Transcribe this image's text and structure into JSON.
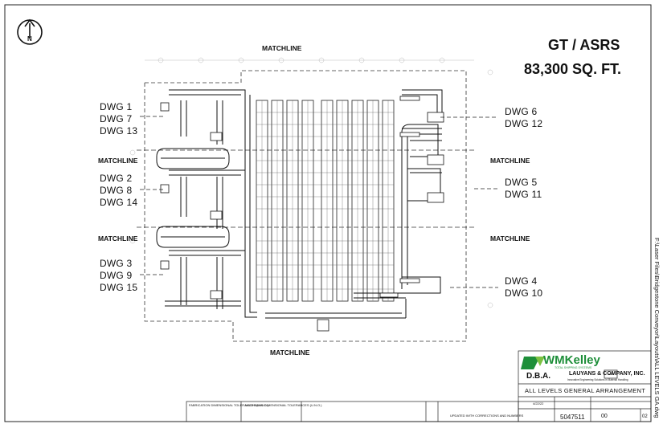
{
  "drawing": {
    "north_label": "N",
    "title_line1": "GT / ASRS",
    "title_line2": "83,300 SQ. FT.",
    "matchline_label": "MATCHLINE",
    "left_refs": [
      [
        "DWG 1",
        "DWG 7",
        "DWG 13"
      ],
      [
        "DWG 2",
        "DWG 8",
        "DWG 14"
      ],
      [
        "DWG 3",
        "DWG 9",
        "DWG 15"
      ]
    ],
    "right_refs": [
      [
        "DWG 6",
        "DWG 12"
      ],
      [
        "DWG 5",
        "DWG 11"
      ],
      [
        "DWG 4",
        "DWG 10"
      ]
    ],
    "file_path": "F:\\Laser Files\\Bridgestone Conveyor\\Layouts\\ALL LEVELS GA.dwg"
  },
  "title_block": {
    "company1": "WMKelley",
    "company1_tag": "TOTAL SHIPPING SYSTEMS",
    "dba": "D.B.A.",
    "company2": "LAUYANS & COMPANY, INC.",
    "company2_tag": "Innovative Engineering Solutions in Material Handling",
    "drawing_title": "ALL LEVELS GENERAL ARRANGEMENT",
    "date_value": "4/22/22",
    "job_number": "5047511",
    "revision": "00",
    "sheet_number": "02",
    "revision_note": "UPDATED WITH CORRECTIONS AND NUMBERS",
    "tolerance_heading": "FABRICATION DIMENSIONAL TOLERANCES (U.N.O.)",
    "machining_heading": "MACHINING DIMENSIONAL TOLERANCES (U.N.O.)"
  }
}
